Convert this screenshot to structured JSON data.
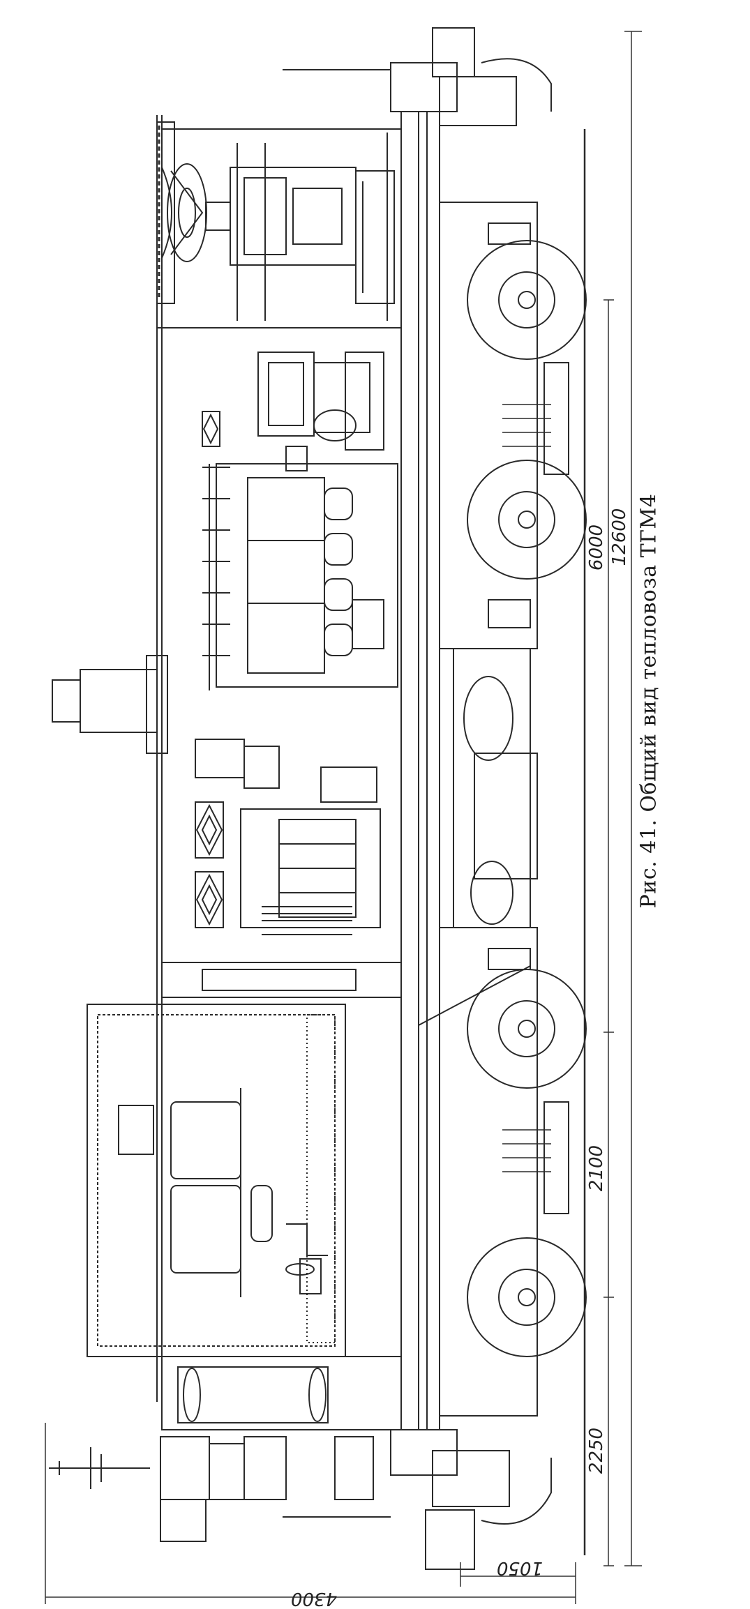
{
  "figure": {
    "caption": "Рис. 41. Общий вид тепловоза ТГМ4"
  },
  "dimensions": {
    "total_length": "12600",
    "bogie_center_distance": "6000",
    "wheelbase": "2100",
    "end_to_axle": "2250",
    "coupler_height": "1050",
    "overall_height": "4300"
  },
  "colors": {
    "ink": "#2a2a2a",
    "paper": "#ffffff"
  }
}
